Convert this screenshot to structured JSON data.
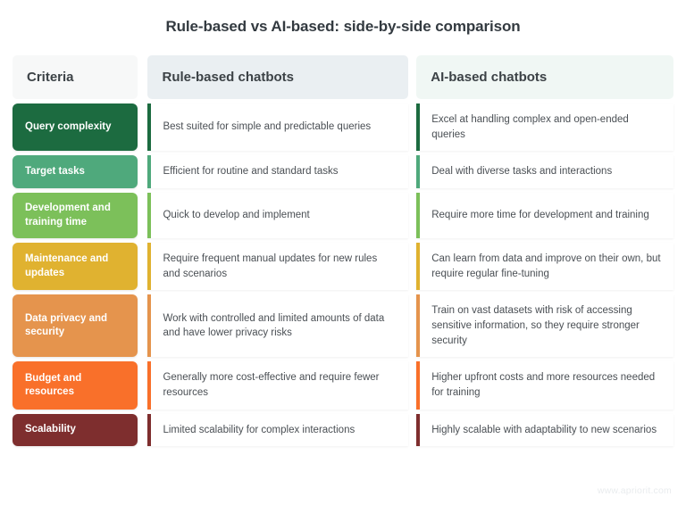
{
  "title": "Rule-based vs AI-based: side-by-side comparison",
  "watermark": "www.apriorit.com",
  "header": {
    "criteria": "Criteria",
    "rule_based": "Rule-based chatbots",
    "ai_based": "AI-based chatbots"
  },
  "colors": {
    "criteria_header_bg": "#f7f8f8",
    "rule_header_bg": "#eaeff2",
    "ai_header_bg": "#f0f7f4",
    "title_text": "#333a40",
    "body_text": "#4a4f54",
    "watermark_text": "#e9ecee"
  },
  "rows": [
    {
      "criteria": "Query complexity",
      "rule_based": "Best suited for simple and predictable queries",
      "ai_based": "Excel at handling complex and open-ended queries",
      "accent": "#1c6b40"
    },
    {
      "criteria": "Target tasks",
      "rule_based": "Efficient for routine and standard tasks",
      "ai_based": "Deal with diverse tasks and interactions",
      "accent": "#4fa97c"
    },
    {
      "criteria": "Development and training time",
      "rule_based": "Quick to develop and implement",
      "ai_based": "Require more time for development and training",
      "accent": "#7cc05a"
    },
    {
      "criteria": "Maintenance and updates",
      "rule_based": "Require frequent manual updates for new rules and scenarios",
      "ai_based": "Can learn from data and improve on their own, but require regular fine-tuning",
      "accent": "#e0b230"
    },
    {
      "criteria": "Data privacy and security",
      "rule_based": "Work with controlled and limited amounts of data and have lower privacy risks",
      "ai_based": "Train on vast datasets with risk of accessing sensitive information, so they require stronger security",
      "accent": "#e5944d"
    },
    {
      "criteria": "Budget and resources",
      "rule_based": "Generally more cost-effective and require fewer resources",
      "ai_based": "Higher upfront costs and more resources needed for training",
      "accent": "#f9702a"
    },
    {
      "criteria": "Scalability",
      "rule_based": "Limited scalability for complex interactions",
      "ai_based": "Highly scalable with adaptability to new scenarios",
      "accent": "#7e2e2e"
    }
  ]
}
